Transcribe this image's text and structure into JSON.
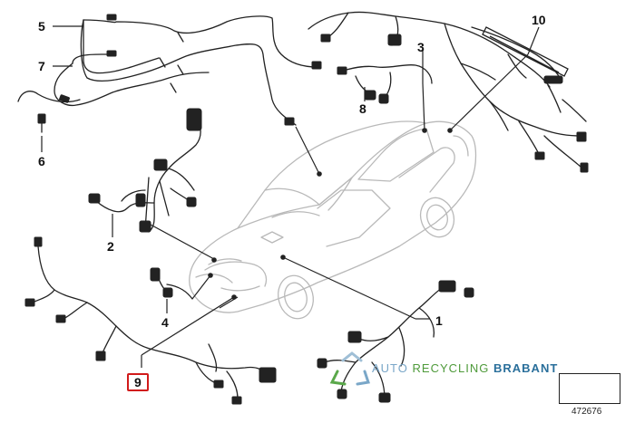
{
  "diagram": {
    "part_labels": [
      {
        "id": "1",
        "text": "1"
      },
      {
        "id": "2",
        "text": "2"
      },
      {
        "id": "3",
        "text": "3"
      },
      {
        "id": "4",
        "text": "4"
      },
      {
        "id": "5",
        "text": "5"
      },
      {
        "id": "6",
        "text": "6"
      },
      {
        "id": "7",
        "text": "7"
      },
      {
        "id": "8",
        "text": "8"
      },
      {
        "id": "9",
        "text": "9",
        "highlighted": true
      },
      {
        "id": "10",
        "text": "10"
      }
    ],
    "highlight_color": "#d11a1a",
    "line_color": "#222222",
    "car_outline_color": "#b9b9b9"
  },
  "watermark": {
    "word1": "AUTO",
    "word2": "RECYCLING",
    "word3": "BRABANT",
    "colors": {
      "word1": "#7aa7c8",
      "word2": "#4e9a3a",
      "word3": "#2a6f9b"
    },
    "icon": "recycling-icon"
  },
  "reference": {
    "number": "472676",
    "icon": "pointing-arrow-icon"
  }
}
